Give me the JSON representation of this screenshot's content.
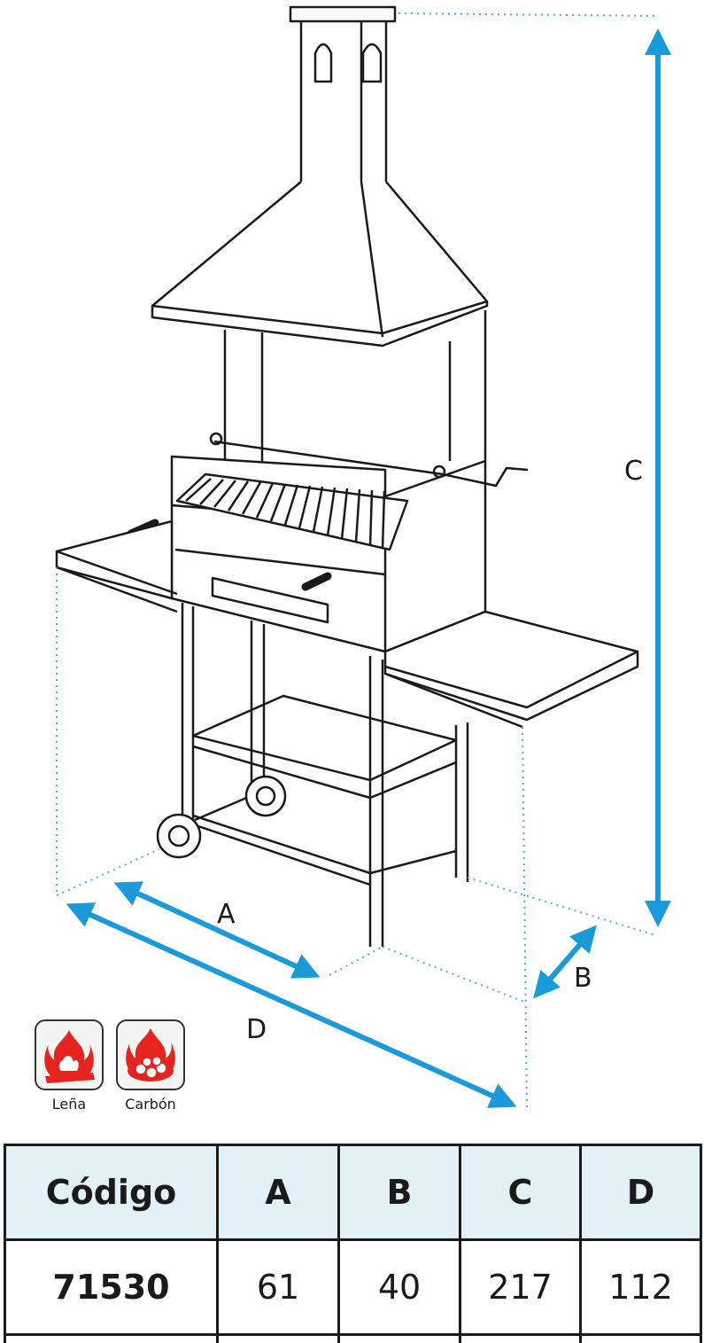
{
  "dimension_labels": {
    "a": "A",
    "b": "B",
    "c": "C",
    "d": "D"
  },
  "colors": {
    "arrow": "#1a9ad8",
    "line": "#1a1a1a",
    "fire": "#e52420",
    "header_bg": "#e4f0f7"
  },
  "fuel_icons": [
    {
      "icon": "firewood-flame-icon",
      "label": "Leña"
    },
    {
      "icon": "charcoal-flame-icon",
      "label": "Carbón"
    }
  ],
  "spec_table": {
    "headers": [
      "Código",
      "A",
      "B",
      "C",
      "D"
    ],
    "rows": [
      [
        "71530",
        "61",
        "40",
        "217",
        "112"
      ]
    ]
  }
}
